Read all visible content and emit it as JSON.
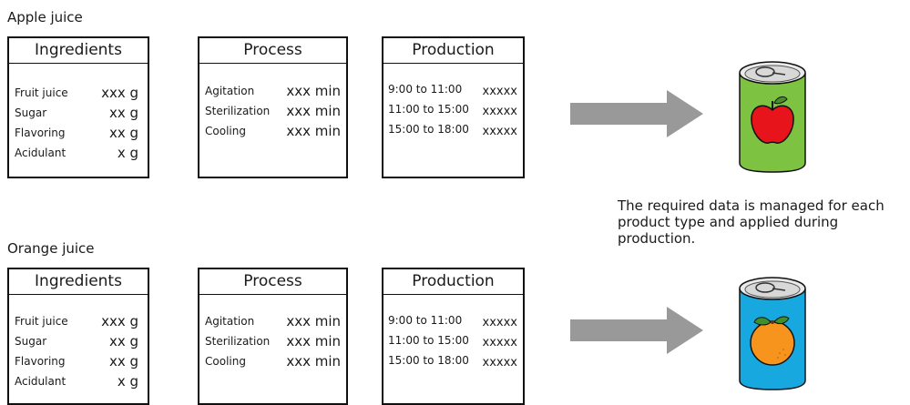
{
  "apple": {
    "title": "Apple juice",
    "ingredients": {
      "heading": "Ingredients",
      "rows": [
        {
          "name": "Fruit juice",
          "value": "xxx  g"
        },
        {
          "name": "Sugar",
          "value": "xx g"
        },
        {
          "name": "Flavoring",
          "value": "xx g"
        },
        {
          "name": "Acidulant",
          "value": "x g"
        }
      ]
    },
    "process": {
      "heading": "Process",
      "rows": [
        {
          "name": "Agitation",
          "value": "xxx  min"
        },
        {
          "name": "Sterilization",
          "value": "xxx  min"
        },
        {
          "name": "Cooling",
          "value": "xxx  min"
        }
      ]
    },
    "production": {
      "heading": "Production",
      "rows": [
        {
          "name": "9:00 to 11:00",
          "value": "xxxxx"
        },
        {
          "name": "11:00 to 15:00",
          "value": "xxxxx"
        },
        {
          "name": "15:00 to 18:00",
          "value": "xxxxx"
        }
      ]
    }
  },
  "orange": {
    "title": "Orange juice",
    "ingredients": {
      "heading": "Ingredients",
      "rows": [
        {
          "name": "Fruit juice",
          "value": "xxx  g"
        },
        {
          "name": "Sugar",
          "value": "xx g"
        },
        {
          "name": "Flavoring",
          "value": "xx g"
        },
        {
          "name": "Acidulant",
          "value": "x g"
        }
      ]
    },
    "process": {
      "heading": "Process",
      "rows": [
        {
          "name": "Agitation",
          "value": "xxx  min"
        },
        {
          "name": "Sterilization",
          "value": "xxx  min"
        },
        {
          "name": "Cooling",
          "value": "xxx  min"
        }
      ]
    },
    "production": {
      "heading": "Production",
      "rows": [
        {
          "name": "9:00 to 11:00",
          "value": "xxxxx"
        },
        {
          "name": "11:00 to 15:00",
          "value": "xxxxx"
        },
        {
          "name": "15:00 to 18:00",
          "value": "xxxxx"
        }
      ]
    }
  },
  "caption": "The required data is managed for each product type and applied during production.",
  "colors": {
    "arrow": "#999999",
    "apple_can": "#7dc241",
    "apple_fruit": "#e8141b",
    "orange_can": "#18a8e0",
    "orange_fruit": "#f7941d"
  },
  "icons": {
    "apple_can": "apple-juice-can-icon",
    "orange_can": "orange-juice-can-icon",
    "arrow": "right-arrow-icon"
  }
}
